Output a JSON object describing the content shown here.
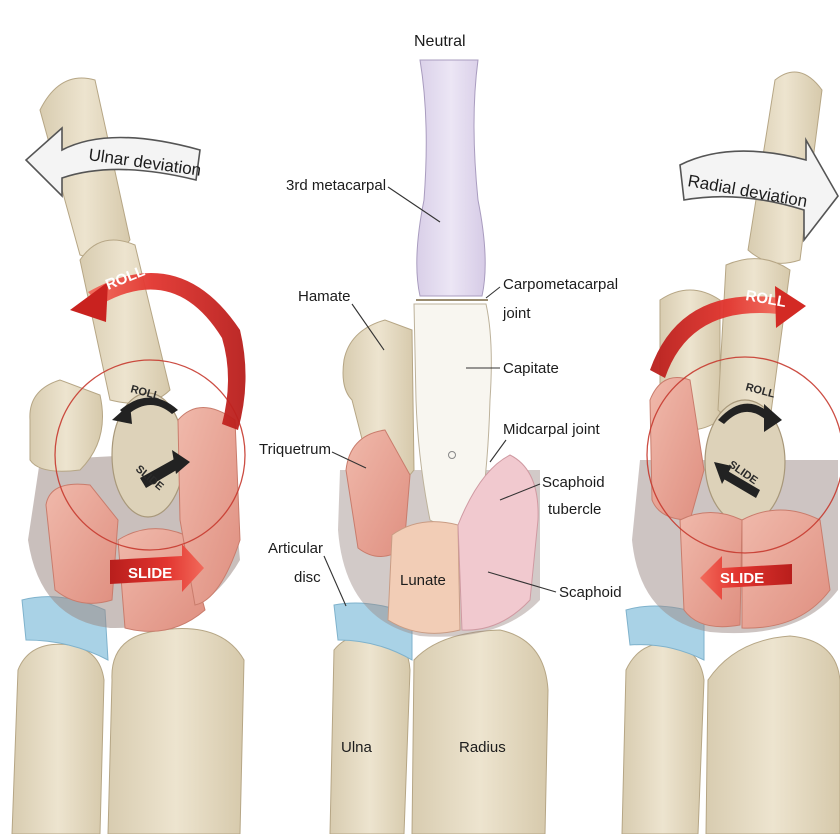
{
  "panels": {
    "ulnar": {
      "title": "Ulnar deviation",
      "roll_large": "ROLL",
      "roll_small": "ROLL",
      "slide_small": "SLIDE",
      "slide_large": "SLIDE"
    },
    "neutral": {
      "title": "Neutral",
      "labels": {
        "third_metacarpal": "3rd metacarpal",
        "carpometacarpal_1": "Carpometacarpal",
        "carpometacarpal_2": "joint",
        "hamate": "Hamate",
        "capitate": "Capitate",
        "midcarpal": "Midcarpal joint",
        "triquetrum": "Triquetrum",
        "scaphoid_tubercle_1": "Scaphoid",
        "scaphoid_tubercle_2": "tubercle",
        "articular_disc_1": "Articular",
        "articular_disc_2": "disc",
        "lunate": "Lunate",
        "scaphoid": "Scaphoid",
        "ulna": "Ulna",
        "radius": "Radius"
      }
    },
    "radial": {
      "title": "Radial deviation",
      "roll_large": "ROLL",
      "roll_small": "ROLL",
      "slide_small": "SLIDE",
      "slide_large": "SLIDE"
    }
  },
  "colors": {
    "bone": "#e6dcc3",
    "bone_shadow": "#c9b998",
    "metacarpal": "#e4dbef",
    "carpal_pink": "#eaa79a",
    "cartilage_blue": "#a9d2e6",
    "arrow_red": "#d42a26",
    "arrow_white": "#f2f2f2"
  }
}
